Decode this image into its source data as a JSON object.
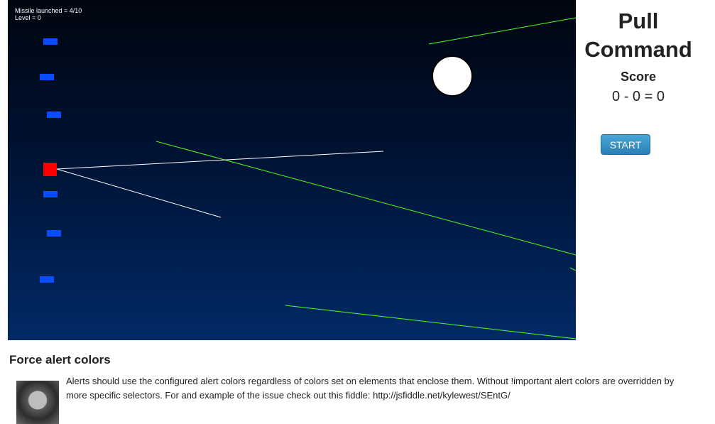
{
  "game": {
    "hud": {
      "missiles_text": "Missile launched = 4/10",
      "level_text": "Level = 0"
    },
    "colors": {
      "enemy_line": "#4cff1f",
      "player_line": "#ffffff",
      "base": "#0a4cff",
      "player": "#ff0000",
      "ball": "#ffffff"
    }
  },
  "sidebar": {
    "title_line1": "Pull",
    "title_line2": "Command",
    "score_label": "Score",
    "score_value": "0 - 0 = 0",
    "start_label": "START"
  },
  "issue": {
    "title": "Force alert colors",
    "body": "Alerts should use the configured alert colors regardless of colors set on elements that enclose them. Without !important alert colors are overridden by more specific selectors. For and example of the issue check out this fiddle: http://jsfiddle.net/kylewest/SEntG/"
  }
}
